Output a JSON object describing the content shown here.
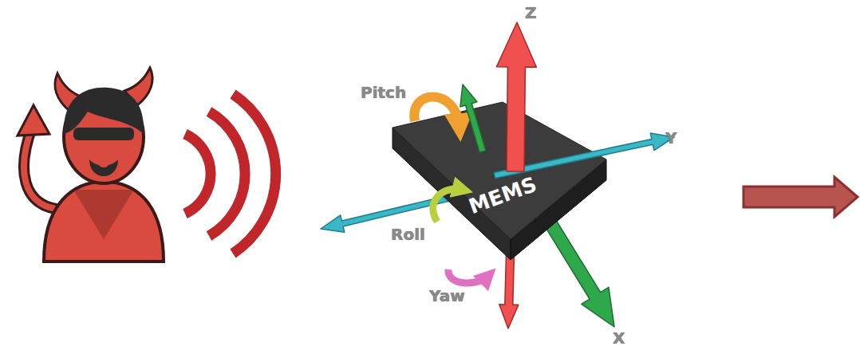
{
  "diagram": {
    "nodes": [
      {
        "text": [
          "MEMS"
        ]
      }
    ],
    "labels": [
      "Pitch",
      "Z",
      "Y",
      "Roll",
      "Yaw",
      "X"
    ]
  }
}
